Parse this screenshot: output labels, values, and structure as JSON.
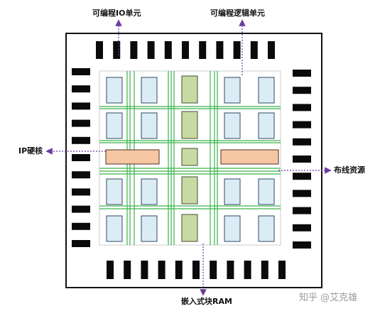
{
  "labels": {
    "io_unit": "可编程IO单元",
    "logic_unit": "可编程逻辑单元",
    "ip_core": "IP硬核",
    "routing": "布线资源",
    "ram": "嵌入式块RAM"
  },
  "watermark": "知乎 @艾克雄",
  "colors": {
    "chip_border": "#111111",
    "io_block": "#0a0a0a",
    "logic_fill": "#dcecf4",
    "logic_stroke": "#2b4a66",
    "ram_fill": "#c9d9a3",
    "ram_stroke": "#3c5030",
    "ip_fill": "#f7c6a3",
    "ip_stroke": "#4a3020",
    "routing_line": "#3ab34a",
    "pointer": "#6a3aa0"
  }
}
